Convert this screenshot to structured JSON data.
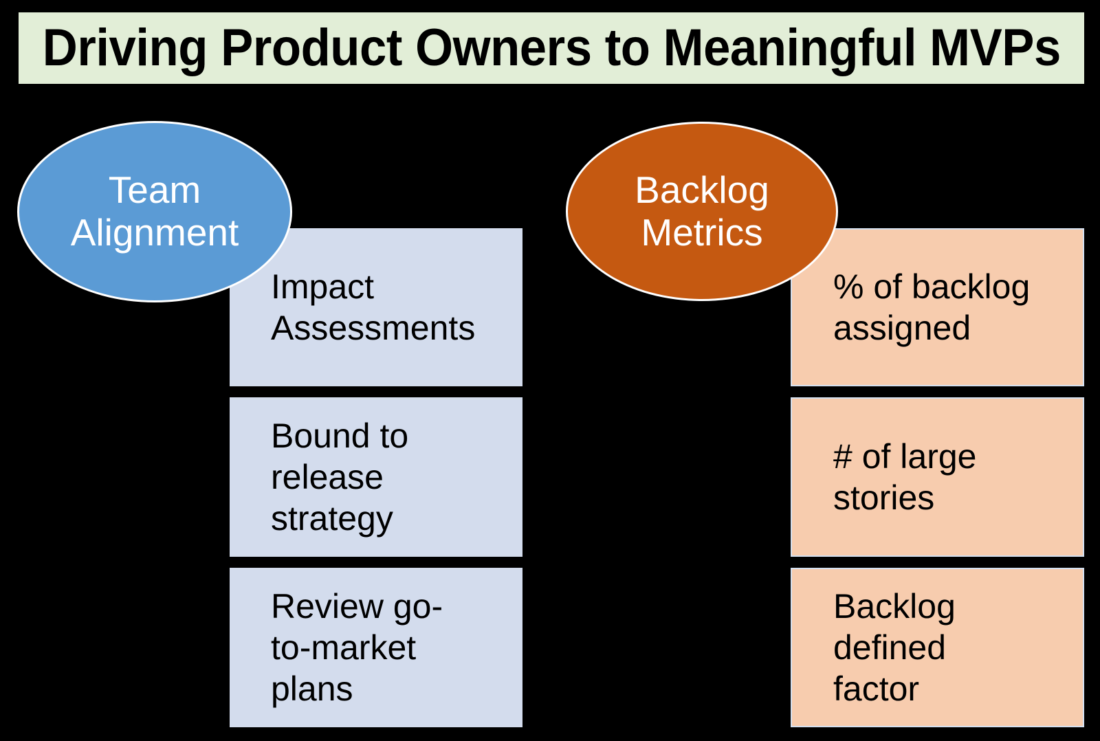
{
  "slide": {
    "background_color": "#000000",
    "title": {
      "text": "Driving Product Owners to Meaningful MVPs",
      "background_color": "#e2eed7",
      "text_color": "#000000"
    },
    "columns": [
      {
        "id": "team-alignment",
        "header": {
          "label": "Team\nAlignment",
          "line1": "Team",
          "line2": "Alignment",
          "shape": "ellipse",
          "fill_color": "#5b9bd5",
          "text_color": "#ffffff"
        },
        "items": [
          {
            "text": "Impact\nAssessments"
          },
          {
            "text": "Bound to\nrelease\nstrategy"
          },
          {
            "text": "Review go-\nto-market\nplans"
          }
        ],
        "item_fill_color": "#d3dced",
        "item_text_color": "#000000"
      },
      {
        "id": "backlog-metrics",
        "header": {
          "label": "Backlog\nMetrics",
          "line1": "Backlog",
          "line2": "Metrics",
          "shape": "ellipse",
          "fill_color": "#c55911",
          "text_color": "#ffffff"
        },
        "items": [
          {
            "text": "% of backlog\nassigned"
          },
          {
            "text": "# of large\nstories"
          },
          {
            "text": "Backlog\ndefined\nfactor"
          }
        ],
        "item_fill_color": "#f7ccae",
        "item_text_color": "#000000"
      }
    ]
  }
}
